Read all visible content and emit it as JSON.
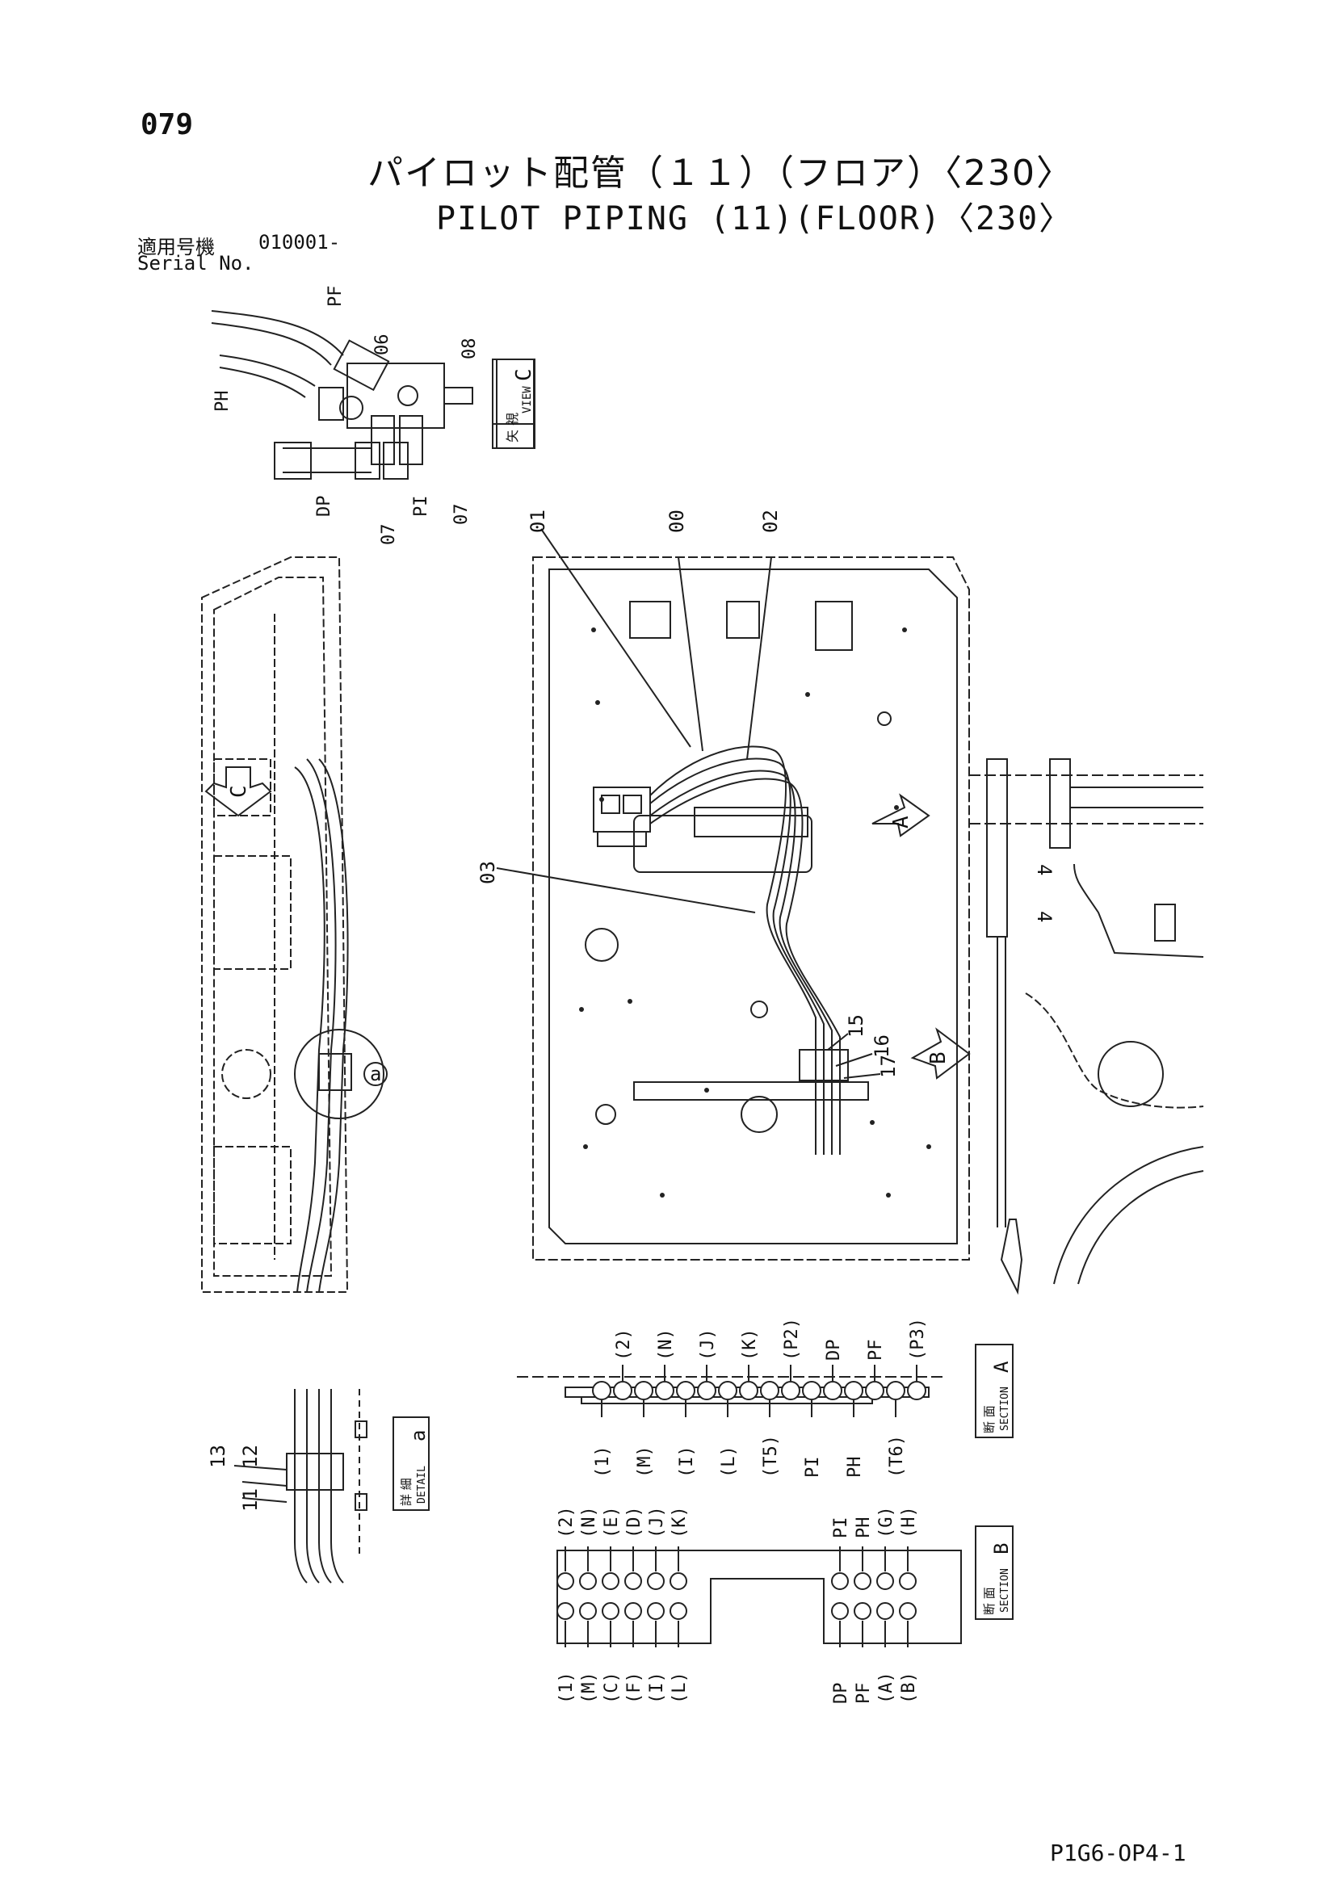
{
  "page_number": "079",
  "title_jp": "パイロット配管（１１）（フロア）〈230〉",
  "title_en": "PILOT PIPING (11)(FLOOR)〈230〉",
  "serial": {
    "label_jp": "適用号機",
    "value": "010001-",
    "label_en": "Serial No."
  },
  "doc_code": "P1G6-OP4-1",
  "view_c": {
    "label_jp": "矢 視",
    "label_en": "VIEW",
    "letter": "C",
    "callouts": {
      "pf": "PF",
      "ph": "PH",
      "dp": "DP",
      "pi": "PI",
      "part_06": "06",
      "part_08": "08",
      "part_07_left": "07",
      "part_07_right": "07"
    }
  },
  "main_view": {
    "callouts": {
      "part_01": "01",
      "part_00": "00",
      "part_02": "02",
      "part_03": "03",
      "part_15": "15",
      "part_16": "16",
      "part_17": "17"
    },
    "arrow_a": "A",
    "arrow_b": "B",
    "arrow_c": "C",
    "detail_marker": "a",
    "mark_4_upper": "4",
    "mark_4_lower": "4"
  },
  "detail_a": {
    "label_jp": "詳 細",
    "label_en": "DETAIL",
    "letter": "a",
    "callouts": {
      "part_13": "13",
      "part_12": "12",
      "part_11": "11"
    }
  },
  "section_a": {
    "label_jp": "断 面",
    "label_en": "SECTION",
    "letter": "A",
    "top_labels": [
      "(2)",
      "(N)",
      "(J)",
      "(K)",
      "(P2)",
      "DP",
      "PF",
      "(P3)"
    ],
    "bottom_labels": [
      "(1)",
      "(M)",
      "(I)",
      "(L)",
      "(T5)",
      "PI",
      "PH",
      "(T6)"
    ]
  },
  "section_b": {
    "label_jp": "断 面",
    "label_en": "SECTION",
    "letter": "B",
    "left_top_labels": [
      "(2)",
      "(N)",
      "(E)",
      "(D)",
      "(J)",
      "(K)"
    ],
    "left_bottom_labels": [
      "(1)",
      "(M)",
      "(C)",
      "(F)",
      "(I)",
      "(L)"
    ],
    "right_top_labels": [
      "PI",
      "PH",
      "(G)",
      "(H)"
    ],
    "right_bottom_labels": [
      "DP",
      "PF",
      "(A)",
      "(B)"
    ]
  }
}
